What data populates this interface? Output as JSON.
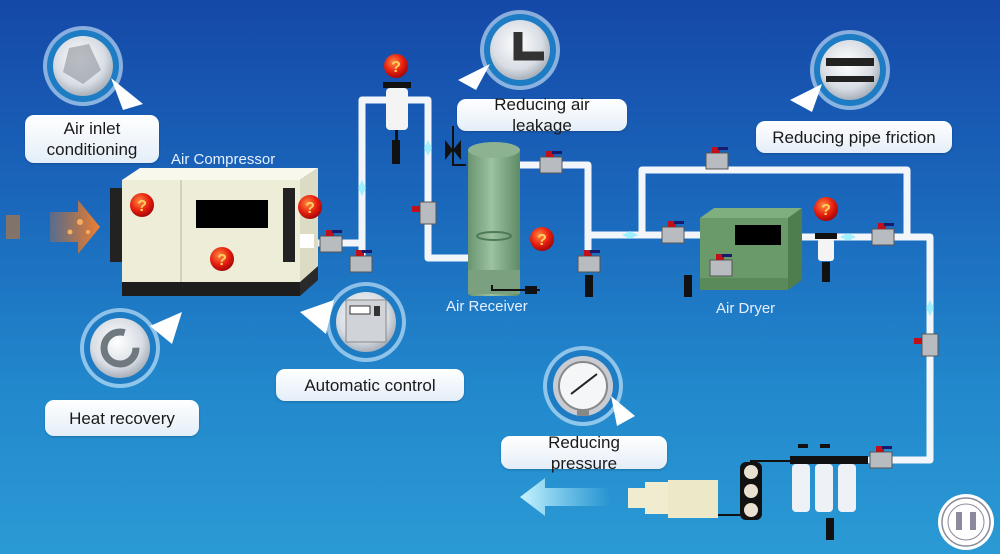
{
  "title": "Compressed air system energy-saving opportunities",
  "equipment": {
    "air_compressor": "Air Compressor",
    "air_receiver": "Air Receiver",
    "air_dryer": "Air Dryer"
  },
  "measures": [
    {
      "id": "air-inlet",
      "label": "Air inlet conditioning",
      "line1": "Air inlet",
      "line2": "conditioning",
      "icon": "air-filter-icon"
    },
    {
      "id": "heat-recovery",
      "label": "Heat recovery",
      "icon": "recycle-arrow-icon"
    },
    {
      "id": "automatic-control",
      "label": "Automatic control",
      "icon": "control-panel-icon"
    },
    {
      "id": "air-leakage",
      "label": "Reducing air leakage",
      "icon": "pipe-elbow-icon"
    },
    {
      "id": "pipe-friction",
      "label": "Reducing pipe friction",
      "icon": "pipe-icon"
    },
    {
      "id": "pressure",
      "label": "Reducing pressure",
      "icon": "pressure-gauge-icon"
    }
  ],
  "hotspot_symbol": "?",
  "colors": {
    "background_top": "#1548a8",
    "background_bottom": "#2a9ad4",
    "hotspot": "#e02010",
    "compressor_body": "#eeeed8",
    "tank": "#7fa886",
    "dryer": "#6a9a6a",
    "pipe": "#f4f8fc",
    "valve_handle": "#c0101a"
  },
  "logo": "university-seal-icon"
}
